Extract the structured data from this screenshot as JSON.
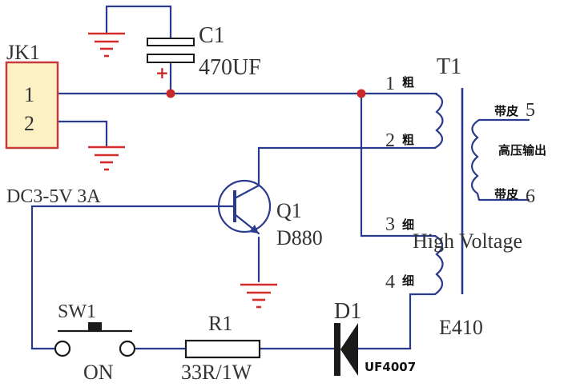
{
  "connector": {
    "ref": "JK1",
    "pin1": "1",
    "pin2": "2",
    "rating": "DC3-5V 3A"
  },
  "capacitor": {
    "ref": "C1",
    "value": "470UF",
    "polarity": "+"
  },
  "transformer": {
    "ref": "T1",
    "part": "E410",
    "caption": "High Voltage",
    "windings": [
      {
        "num": "1",
        "note": "粗"
      },
      {
        "num": "2",
        "note": "粗"
      },
      {
        "num": "3",
        "note": "细"
      },
      {
        "num": "4",
        "note": "细"
      }
    ],
    "secondary": [
      {
        "note": "带皮",
        "num": "5"
      },
      {
        "note": "带皮",
        "num": "6"
      }
    ],
    "output_label": "高压输出"
  },
  "transistor": {
    "ref": "Q1",
    "part": "D880"
  },
  "switch": {
    "ref": "SW1",
    "label": "ON"
  },
  "resistor": {
    "ref": "R1",
    "value": "33R/1W"
  },
  "diode": {
    "ref": "D1",
    "part": "UF4007"
  },
  "colors": {
    "wire": "#2a3a8f",
    "ground": "#d42a2a",
    "connector_fill": "#fbf1c4",
    "connector_border": "#c83a3a",
    "node": "#c8282a"
  }
}
